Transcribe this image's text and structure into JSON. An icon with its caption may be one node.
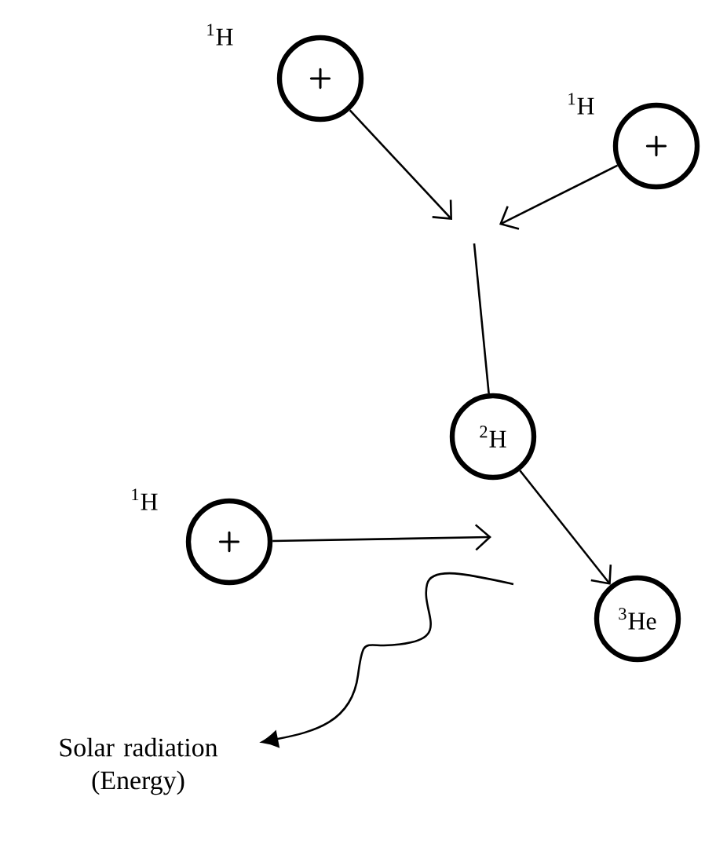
{
  "diagram": {
    "nodes": [
      {
        "text": [
          "+"
        ],
        "beside": [
          "$^{1}$H"
        ]
      },
      {
        "text": [
          "+"
        ],
        "beside": [
          "$^{1}$H"
        ]
      },
      {
        "text": [
          "$^{2}$H"
        ]
      },
      {
        "text": [
          "+"
        ],
        "beside": [
          "$^{1}$H"
        ]
      },
      {
        "text": [
          "$^{3}$He"
        ]
      },
      {
        "text": [
          "Solar radiation (Energy)"
        ]
      }
    ],
    "edges": [
      {
        "from": 0,
        "to": null,
        "arrow": "to"
      },
      {
        "from": 1,
        "to": null,
        "arrow": "to"
      },
      {
        "from": null,
        "to": 2,
        "arrow": "none"
      },
      {
        "from": 2,
        "to": 4,
        "arrow": "to"
      },
      {
        "from": 3,
        "to": null,
        "arrow": "to"
      },
      {
        "from": null,
        "to": 5,
        "arrow": "to"
      }
    ]
  }
}
